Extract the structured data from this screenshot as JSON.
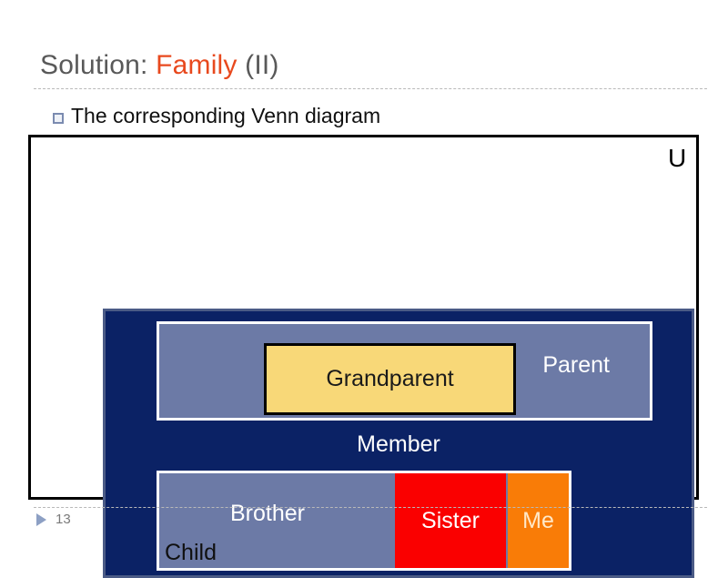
{
  "slide": {
    "title_prefix": "Solution: ",
    "title_accent": "Family",
    "title_suffix": " (II)",
    "number": "13",
    "footer_marker_icon": "triangle-right-icon"
  },
  "bullet": {
    "glyph_icon": "hollow-square-bullet-icon",
    "text": "The corresponding Venn diagram"
  },
  "diagram": {
    "universe_label": "U",
    "sets": [
      {
        "key": "member",
        "label": "Member",
        "color": "#0B2265",
        "text_color": "#ffffff"
      },
      {
        "key": "parent",
        "label": "Parent",
        "color": "#6C7AA6",
        "text_color": "#ffffff"
      },
      {
        "key": "grandparent",
        "label": "Grandparent",
        "color": "#F8D878",
        "text_color": "#1a1a1a"
      },
      {
        "key": "child",
        "label": "Child",
        "color": "#6C7AA6",
        "text_color": "#101010"
      },
      {
        "key": "brother",
        "label": "Brother",
        "color": "#6C7AA6",
        "text_color": "#ffffff"
      },
      {
        "key": "sister",
        "label": "Sister",
        "color": "#FA0000",
        "text_color": "#ffffff"
      },
      {
        "key": "me",
        "label": "Me",
        "color": "#F97C07",
        "text_color": "#FFE8C8"
      }
    ]
  },
  "colors": {
    "accent": "#E8491E",
    "title": "#595959",
    "navy": "#0B2265",
    "slate": "#6C7AA6",
    "yellow": "#F8D878",
    "red": "#FA0000",
    "orange": "#F97C07",
    "frame": "#000000"
  }
}
